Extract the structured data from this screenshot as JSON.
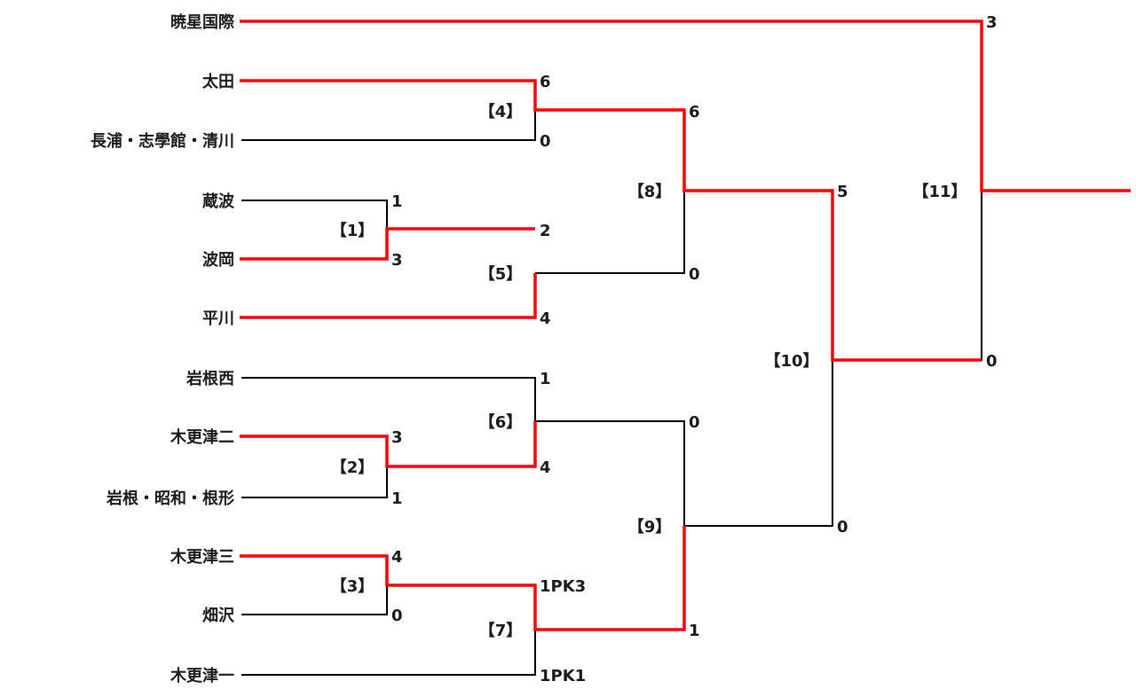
{
  "teams": {
    "t0": "暁星国際",
    "t1": "太田",
    "t2": "長浦・志學館・清川",
    "t3": "蔵波",
    "t4": "波岡",
    "t5": "平川",
    "t6": "岩根西",
    "t7": "木更津二",
    "t8": "岩根・昭和・根形",
    "t9": "木更津三",
    "t10": "畑沢",
    "t11": "木更津一"
  },
  "matches": {
    "m1": "【1】",
    "m2": "【2】",
    "m3": "【3】",
    "m4": "【4】",
    "m5": "【5】",
    "m6": "【6】",
    "m7": "【7】",
    "m8": "【8】",
    "m9": "【9】",
    "m10": "【10】",
    "m11": "【11】"
  },
  "scores": {
    "m1_top": "1",
    "m1_bot": "3",
    "m2_top": "3",
    "m2_bot": "1",
    "m3_top": "4",
    "m3_bot": "0",
    "m4_top": "6",
    "m4_bot": "0",
    "m5_top": "2",
    "m5_bot": "4",
    "m6_top": "1",
    "m6_bot": "4",
    "m7_top": "1PK3",
    "m7_bot": "1PK1",
    "m8_top": "6",
    "m8_bot": "0",
    "m9_top": "0",
    "m9_bot": "1",
    "m10_top": "5",
    "m10_bot": "0",
    "m11_top": "3",
    "m11_bot": "0"
  },
  "colors": {
    "winner_line": "#ff0000",
    "loser_line": "#000000"
  }
}
